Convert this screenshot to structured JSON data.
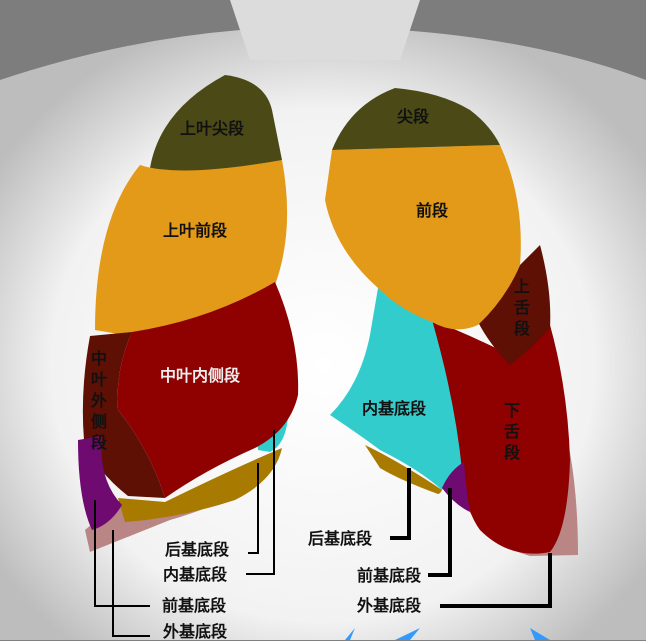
{
  "colors": {
    "apical": "#4b4a17",
    "anterior": "#e39a18",
    "lateral_middle": "#5e1005",
    "medial_middle": "#8f0000",
    "medial_basal": "#33cccc",
    "posterior_basal": "#a87a00",
    "anterior_basal": "#6e0a70",
    "lateral_basal": "#b98585",
    "lingula_superior": "#5e1005",
    "lingula_inferior": "#8f0000"
  },
  "right_lung": {
    "apical": "上叶尖段",
    "anterior": "上叶前段",
    "middle_medial": "中叶内侧段",
    "middle_lateral": "中叶外侧段",
    "posterior_basal": "后基底段",
    "medial_basal": "内基底段",
    "anterior_basal": "前基底段",
    "lateral_basal": "外基底段"
  },
  "left_lung": {
    "apical": "尖段",
    "anterior": "前段",
    "superior_lingular": "上舌段",
    "inferior_lingular": "下舌段",
    "medial_basal": "内基底段",
    "posterior_basal": "后基底段",
    "anterior_basal": "前基底段",
    "lateral_basal": "外基底段"
  }
}
